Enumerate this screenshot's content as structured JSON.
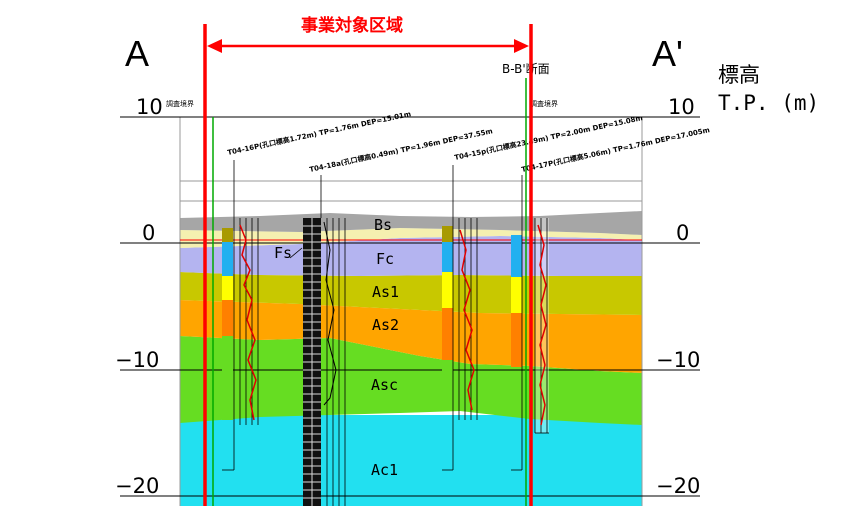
{
  "labels": {
    "start": "A",
    "end": "A'",
    "area": "事業対象区域",
    "section": "B-B'断面",
    "elevation_title": "標高",
    "elevation_unit": "T.P. (m)",
    "survey_boundary": "調査境界"
  },
  "axis": {
    "ticks": [
      "10",
      "0",
      "−10",
      "−20"
    ]
  },
  "layers": [
    {
      "code": "Bs",
      "color": "#a6a6a6"
    },
    {
      "code": "Fs",
      "color": "#f5f0b0"
    },
    {
      "code": "Fc",
      "color": "#b4b4f0"
    },
    {
      "code": "As1",
      "color": "#c8c800"
    },
    {
      "code": "As2",
      "color": "#ffa500"
    },
    {
      "code": "Asc",
      "color": "#66dd22"
    },
    {
      "code": "Ac1",
      "color": "#22e0f0"
    }
  ],
  "boreholes": [
    {
      "note": "T04-16P(孔口標高1.72m) TP=1.76m DEP=15.01m"
    },
    {
      "note": "T04-18a(孔口標高0.49m) TP=1.96m DEP=37.55m"
    },
    {
      "note": "T04-15p(孔口標高23.49m) TP=2.00m DEP=15.08m"
    },
    {
      "note": "T04-17P(孔口標高5.06m) TP=1.76m DEP=17.005m"
    }
  ],
  "colors": {
    "boundary": "#ff0000",
    "section_line": "#00aa00"
  }
}
